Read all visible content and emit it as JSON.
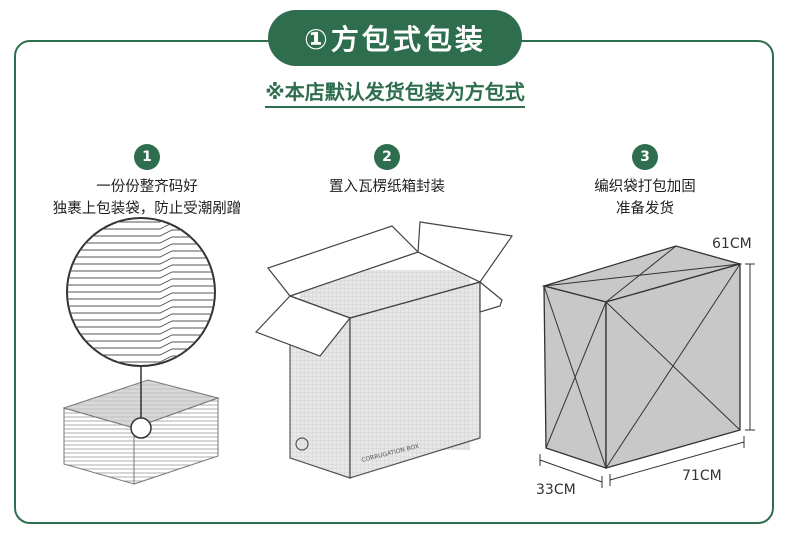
{
  "header": {
    "title": "①方包式包装",
    "subtitle": "※本店默认发货包装为方包式"
  },
  "steps": [
    {
      "number": "1",
      "line1": "一份份整齐码好",
      "line2": "独裹上包装袋，防止受潮剐蹭"
    },
    {
      "number": "2",
      "line1": "置入瓦楞纸箱封装",
      "line2": ""
    },
    {
      "number": "3",
      "line1": "编织袋打包加固",
      "line2": "准备发货"
    }
  ],
  "box_label": "CORRUGATION BOX",
  "dimensions": {
    "height": "61CM",
    "depth": "33CM",
    "width": "71CM"
  },
  "colors": {
    "brand_green": "#2e6e4e",
    "box_fill": "#c8c8c8",
    "line": "#333333"
  }
}
